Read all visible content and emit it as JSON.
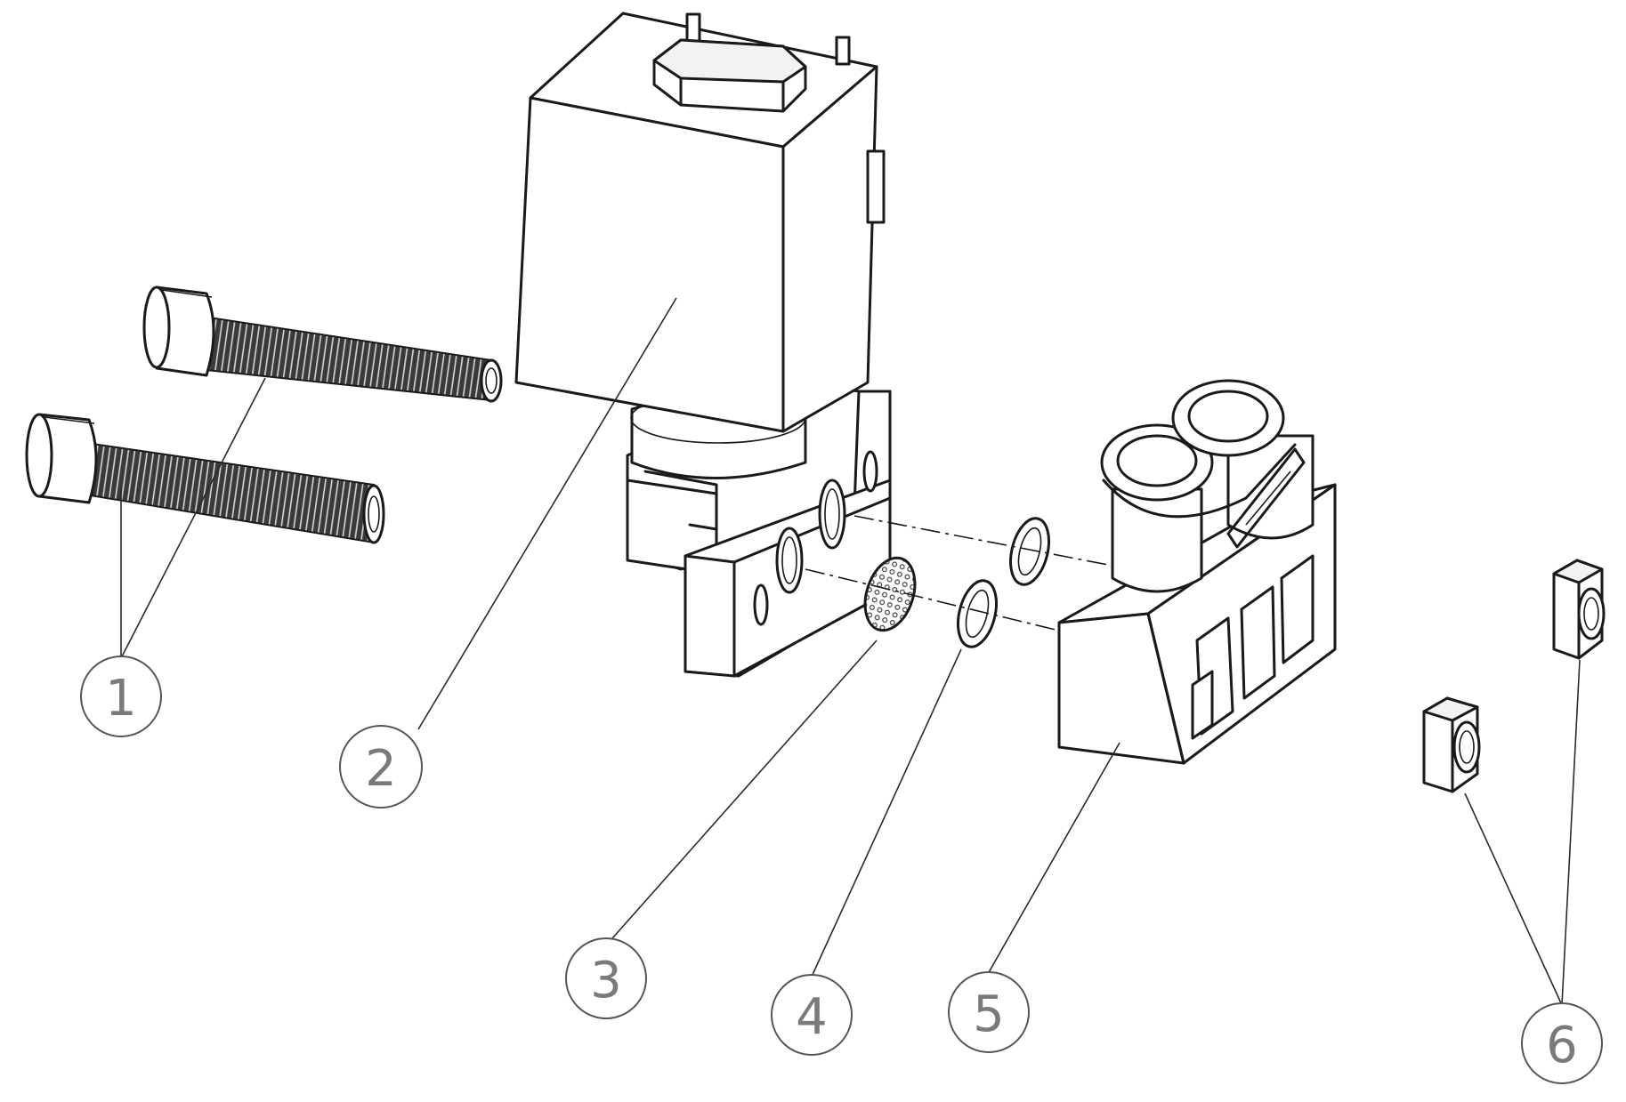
{
  "diagram": {
    "balloons": [
      {
        "id": "1",
        "label": "1"
      },
      {
        "id": "2",
        "label": "2"
      },
      {
        "id": "3",
        "label": "3"
      },
      {
        "id": "4",
        "label": "4"
      },
      {
        "id": "5",
        "label": "5"
      },
      {
        "id": "6",
        "label": "6"
      }
    ],
    "colors": {
      "line": "#1a1a1a",
      "balloon_text": "#7a7a7a",
      "background": "#ffffff"
    }
  }
}
